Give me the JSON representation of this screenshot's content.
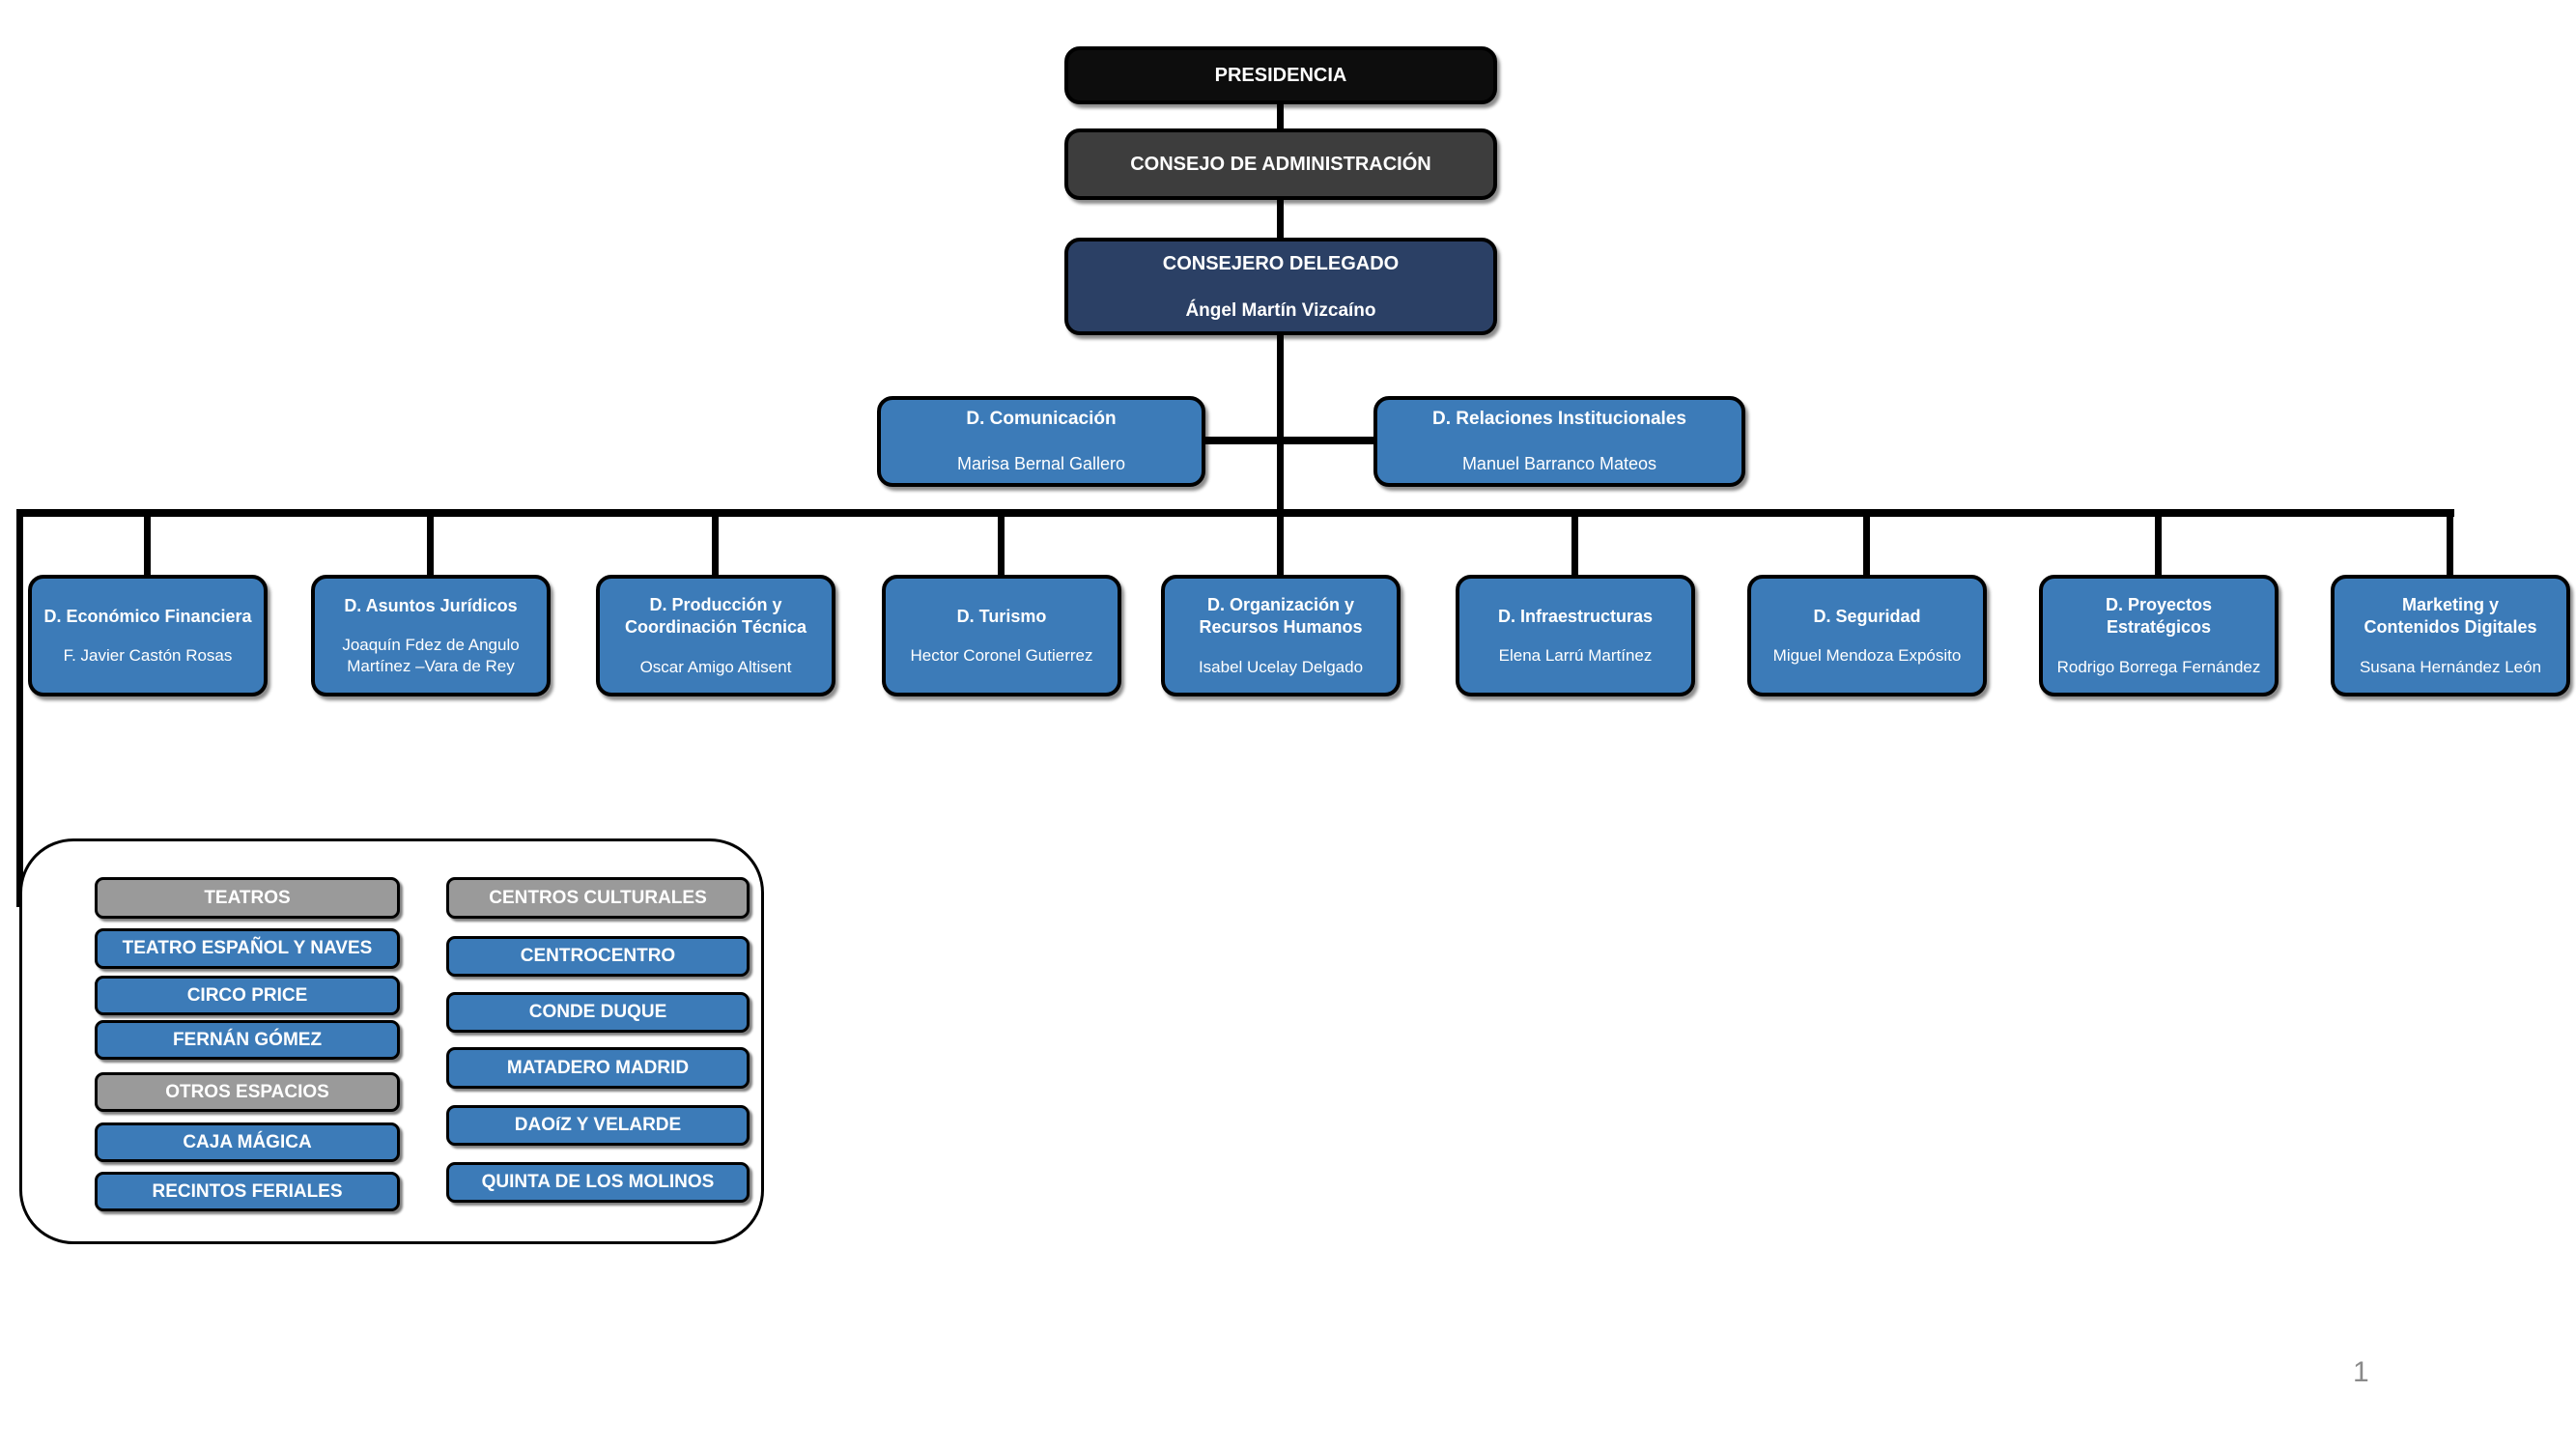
{
  "page": {
    "number": "1"
  },
  "colors": {
    "blue": "#3c7bb8",
    "navy": "#2b4065",
    "dark_gray": "#3d3d3d",
    "black_box": "#0d0d0d",
    "gray": "#9a9a9a",
    "line": "#000000",
    "page_number_gray": "#8a8a8a"
  },
  "hierarchy": {
    "presidencia": {
      "title": "PRESIDENCIA"
    },
    "consejo": {
      "title": "CONSEJO DE ADMINISTRACIÓN"
    },
    "consejero": {
      "title": "CONSEJERO DELEGADO",
      "name": "Ángel Martín Vizcaíno"
    }
  },
  "staff": [
    {
      "title": "D. Comunicación",
      "name": "Marisa Bernal Gallero"
    },
    {
      "title": "D. Relaciones Institucionales",
      "name": "Manuel Barranco Mateos"
    }
  ],
  "departments": [
    {
      "title": "D. Económico Financiera",
      "name": "F. Javier Castón Rosas"
    },
    {
      "title": "D. Asuntos Jurídicos",
      "name": "Joaquín Fdez de Angulo Martínez –Vara de Rey"
    },
    {
      "title": "D. Producción y\nCoordinación Técnica",
      "name": "Oscar Amigo Altisent"
    },
    {
      "title": "D. Turismo",
      "name": "Hector Coronel Gutierrez"
    },
    {
      "title": "D. Organización y\nRecursos Humanos",
      "name": "Isabel Ucelay Delgado"
    },
    {
      "title": "D. Infraestructuras",
      "name": "Elena Larrú Martínez"
    },
    {
      "title": "D. Seguridad",
      "name": "Miguel Mendoza Expósito"
    },
    {
      "title": "D. Proyectos\nEstratégicos",
      "name": "Rodrigo Borrega Fernández"
    },
    {
      "title": "Marketing y\nContenidos Digitales",
      "name": "Susana Hernández León"
    }
  ],
  "venues": {
    "left": [
      {
        "label": "TEATROS",
        "variant": "gray"
      },
      {
        "label": "TEATRO ESPAÑOL Y NAVES",
        "variant": "blue"
      },
      {
        "label": "CIRCO PRICE",
        "variant": "blue"
      },
      {
        "label": "FERNÁN GÓMEZ",
        "variant": "blue"
      },
      {
        "label": "OTROS ESPACIOS",
        "variant": "gray"
      },
      {
        "label": "CAJA MÁGICA",
        "variant": "blue"
      },
      {
        "label": "RECINTOS FERIALES",
        "variant": "blue"
      }
    ],
    "right": [
      {
        "label": "CENTROS CULTURALES",
        "variant": "gray"
      },
      {
        "label": "CENTROCENTRO",
        "variant": "blue"
      },
      {
        "label": "CONDE DUQUE",
        "variant": "blue"
      },
      {
        "label": "MATADERO MADRID",
        "variant": "blue"
      },
      {
        "label": "DAOíZ Y VELARDE",
        "variant": "blue"
      },
      {
        "label": "QUINTA DE LOS MOLINOS",
        "variant": "blue"
      }
    ]
  }
}
